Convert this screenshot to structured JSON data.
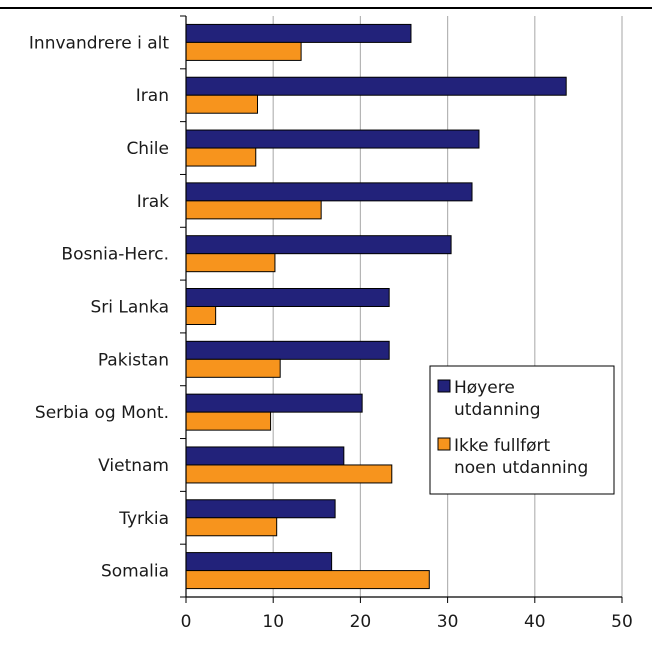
{
  "chart_data": {
    "type": "bar",
    "orientation": "horizontal",
    "categories": [
      "Innvandrere i alt",
      "Iran",
      "Chile",
      "Irak",
      "Bosnia-Herc.",
      "Sri Lanka",
      "Pakistan",
      "Serbia og Mont.",
      "Vietnam",
      "Tyrkia",
      "Somalia"
    ],
    "series": [
      {
        "name": "Høyere utdanning",
        "name_lines": [
          "Høyere",
          "utdanning"
        ],
        "color": "#22227a",
        "values": [
          25.8,
          43.6,
          33.6,
          32.8,
          30.4,
          23.3,
          23.3,
          20.2,
          18.1,
          17.1,
          16.7
        ]
      },
      {
        "name": "Ikke fullført noen utdanning",
        "name_lines": [
          "Ikke fullført",
          "noen utdanning"
        ],
        "color": "#f7941d",
        "values": [
          13.2,
          8.2,
          8.0,
          15.5,
          10.2,
          3.4,
          10.8,
          9.7,
          23.6,
          10.4,
          27.9
        ]
      }
    ],
    "xlim": [
      0,
      50
    ],
    "xticks": [
      0,
      10,
      20,
      30,
      40,
      50
    ],
    "grid": true,
    "legend_position": "right-middle",
    "title": "",
    "xlabel": "",
    "ylabel": ""
  }
}
